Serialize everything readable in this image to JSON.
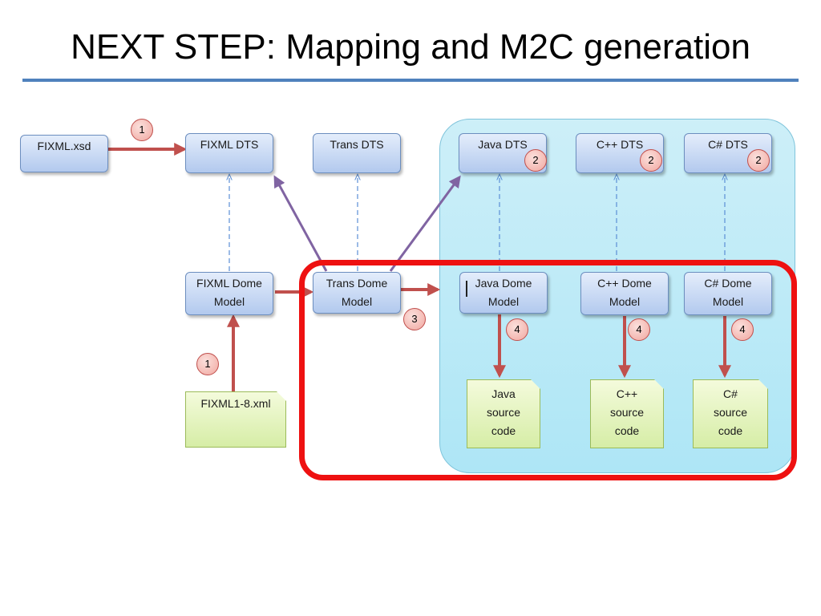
{
  "title": "NEXT STEP: Mapping and M2C generation",
  "nodes": {
    "fixml_xsd": "FIXML.xsd",
    "fixml_dts": "FIXML DTS",
    "trans_dts": "Trans DTS",
    "java_dts": "Java DTS",
    "cpp_dts": "C++ DTS",
    "cs_dts": "C# DTS",
    "fixml_dome": "FIXML Dome\nModel",
    "trans_dome": "Trans Dome\nModel",
    "java_dome": "Java Dome\nModel",
    "cpp_dome": "C++ Dome\nModel",
    "cs_dome": "C# Dome\nModel",
    "fixml_xml": "FIXML1-8.xml",
    "java_src": "Java\nsource\ncode",
    "cpp_src": "C++\nsource\ncode",
    "cs_src": "C#\nsource\ncode"
  },
  "badges": {
    "b1_top": "1",
    "b1_bottom": "1",
    "b2_java": "2",
    "b2_cpp": "2",
    "b2_cs": "2",
    "b3": "3",
    "b4_java": "4",
    "b4_cpp": "4",
    "b4_cs": "4"
  },
  "colors": {
    "accent_rule": "#4f81bd",
    "red_arrow": "#c0504d",
    "purple_arrow": "#8064a2",
    "highlight_frame": "#ee1111",
    "panel": "#aee6f6"
  }
}
